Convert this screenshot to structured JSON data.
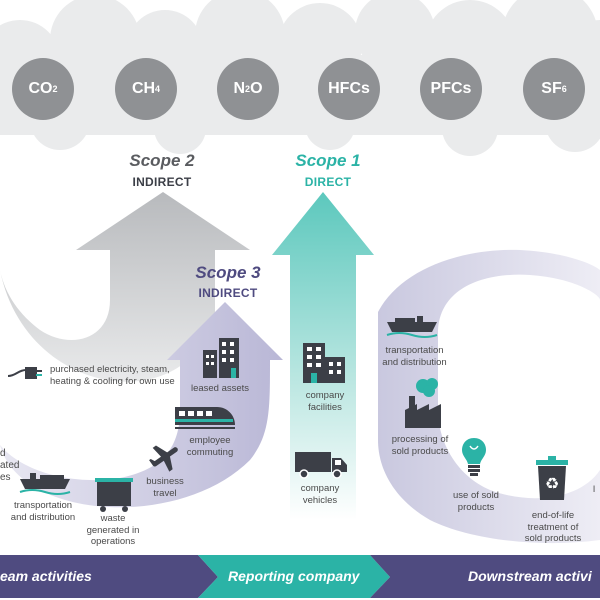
{
  "gases": [
    {
      "base": "CO",
      "sub": "2"
    },
    {
      "base": "CH",
      "sub": "4"
    },
    {
      "base": "N",
      "sub": "2",
      "tail": "O"
    },
    {
      "base": "HFCs",
      "sub": ""
    },
    {
      "base": "PFCs",
      "sub": ""
    },
    {
      "base": "SF",
      "sub": "6"
    }
  ],
  "scopes": {
    "scope2": {
      "title": "Scope 2",
      "sub": "INDIRECT"
    },
    "scope1": {
      "title": "Scope 1",
      "sub": "DIRECT"
    },
    "scope3": {
      "title": "Scope 3",
      "sub": "INDIRECT"
    }
  },
  "upstream": {
    "purchased_electricity": [
      "purchased electricity, steam,",
      "heating & cooling for own use"
    ],
    "leased_assets": "leased assets",
    "employee_commuting": [
      "employee",
      "commuting"
    ],
    "business_travel": [
      "business",
      "travel"
    ],
    "waste": [
      "waste",
      "generated in",
      "operations"
    ],
    "transportation": [
      "transportation",
      "and distribution"
    ],
    "cut_left": [
      "d",
      "ated",
      "es"
    ]
  },
  "company": {
    "facilities": [
      "company",
      "facilities"
    ],
    "vehicles": [
      "company",
      "vehicles"
    ]
  },
  "downstream": {
    "transportation": [
      "transportation",
      "and distribution"
    ],
    "processing": [
      "processing of",
      "sold products"
    ],
    "use": [
      "use of sold",
      "products"
    ],
    "end_of_life": [
      "end-of-life",
      "treatment of",
      "sold products"
    ],
    "cut_right": "l"
  },
  "bands": {
    "upstream": "eam activities",
    "reporting": "Reporting company",
    "downstream": "Downstream activi"
  },
  "colors": {
    "cloud": "#eaebec",
    "gas": "#8f9194",
    "scope1": "#2bb3a6",
    "scope2": "#a6a8ab",
    "scope3": "#4f4b80",
    "band_purple": "#4f4b80",
    "band_teal": "#2bb3a6",
    "icon_dark": "#3c3f47"
  }
}
